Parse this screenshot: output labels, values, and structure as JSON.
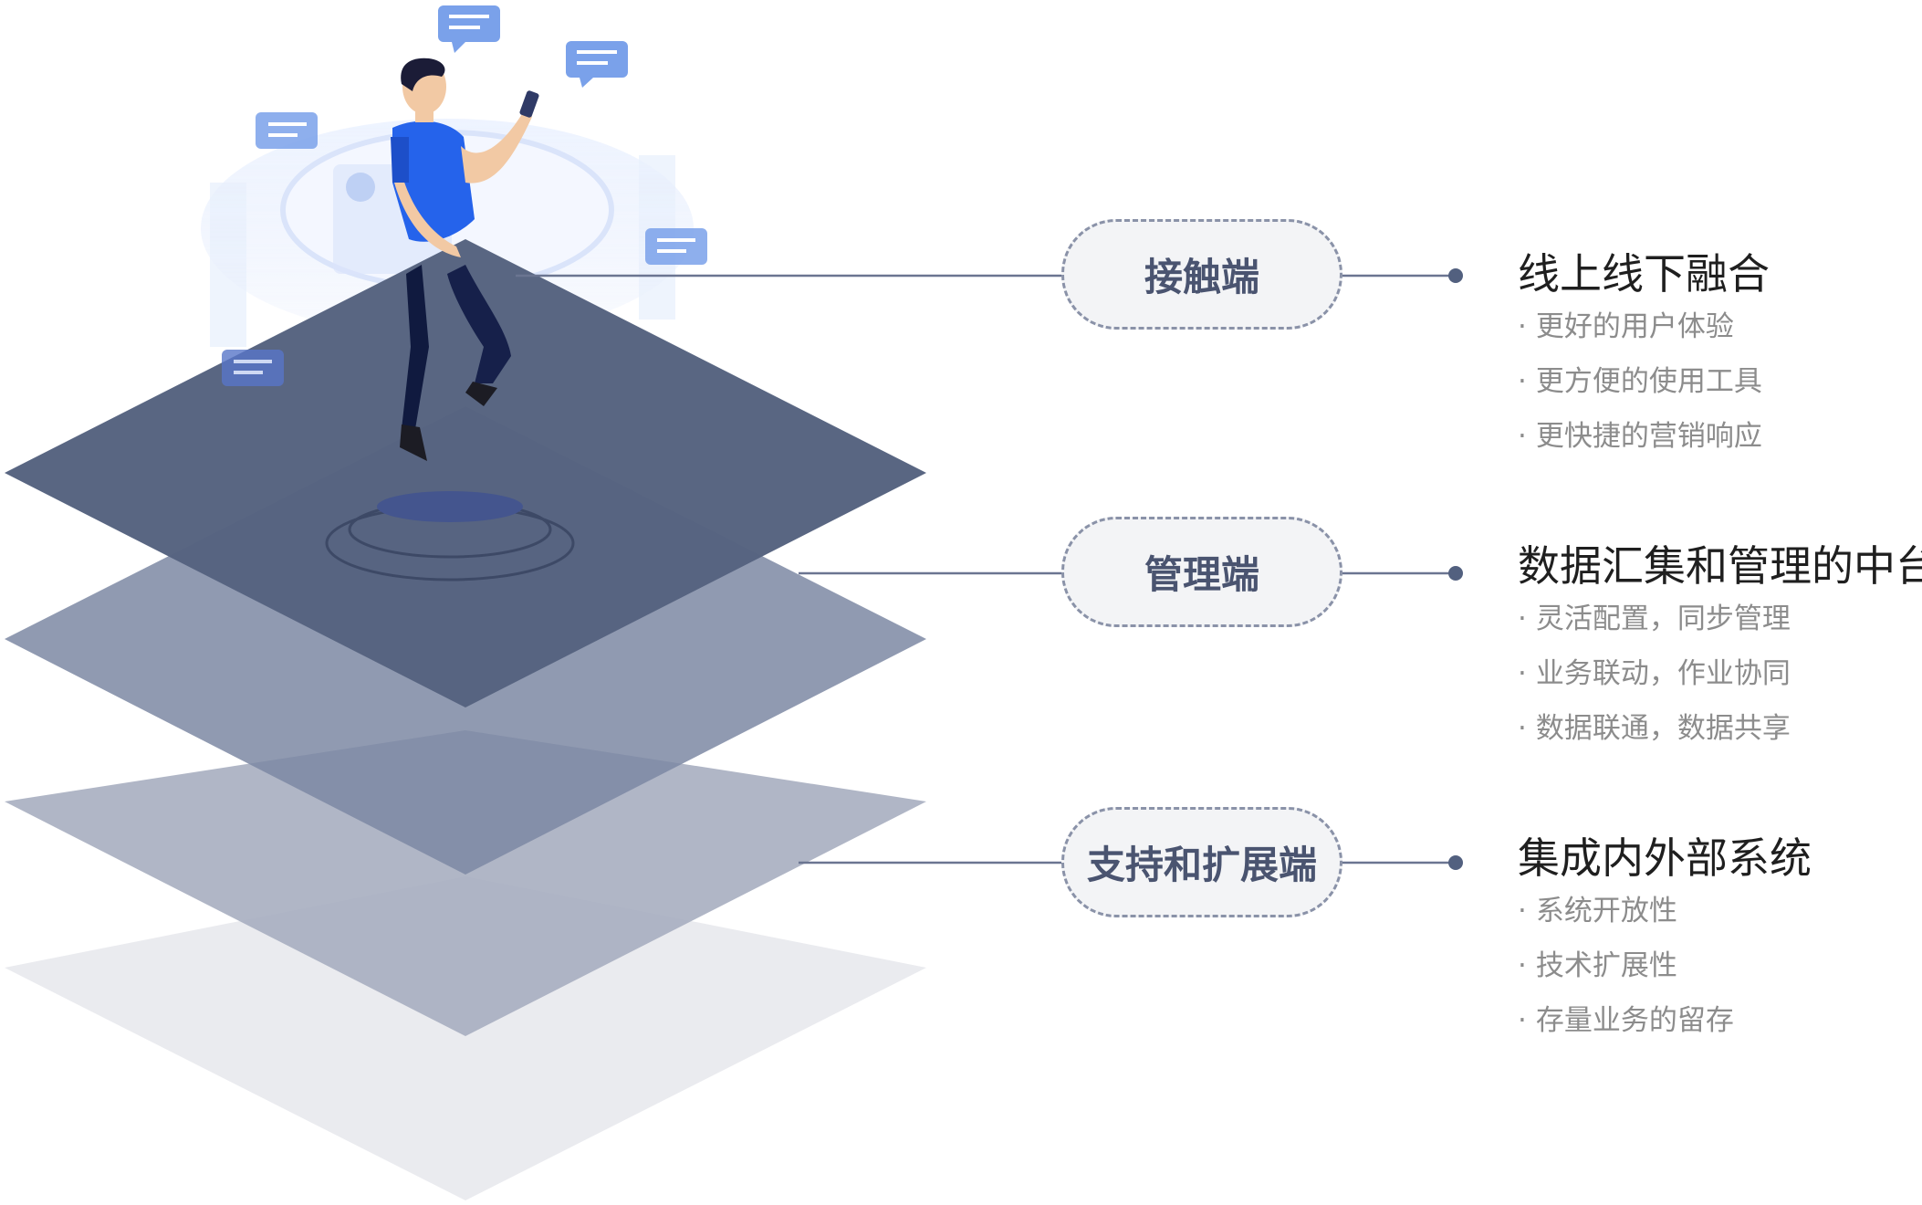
{
  "layers": [
    {
      "label": "接触端",
      "title": "线上线下融合",
      "items": [
        "更好的用户体验",
        "更方便的使用工具",
        "更快捷的营销响应"
      ]
    },
    {
      "label": "管理端",
      "title": "数据汇集和管理的中台",
      "items": [
        "灵活配置，同步管理",
        "业务联动，作业协同",
        "数据联通，数据共享"
      ]
    },
    {
      "label": "支持和扩展端",
      "title": "集成内外部系统",
      "items": [
        "系统开放性",
        "技术扩展性",
        "存量业务的留存"
      ]
    }
  ],
  "colors": {
    "top_layer": "#56637f",
    "layer_2": "#7d88a3",
    "layer_3": "#a7aec0",
    "bottom_layer": "#eaebef",
    "person_shirt": "#2563eb",
    "accent_cards": "#7aa1ea"
  }
}
